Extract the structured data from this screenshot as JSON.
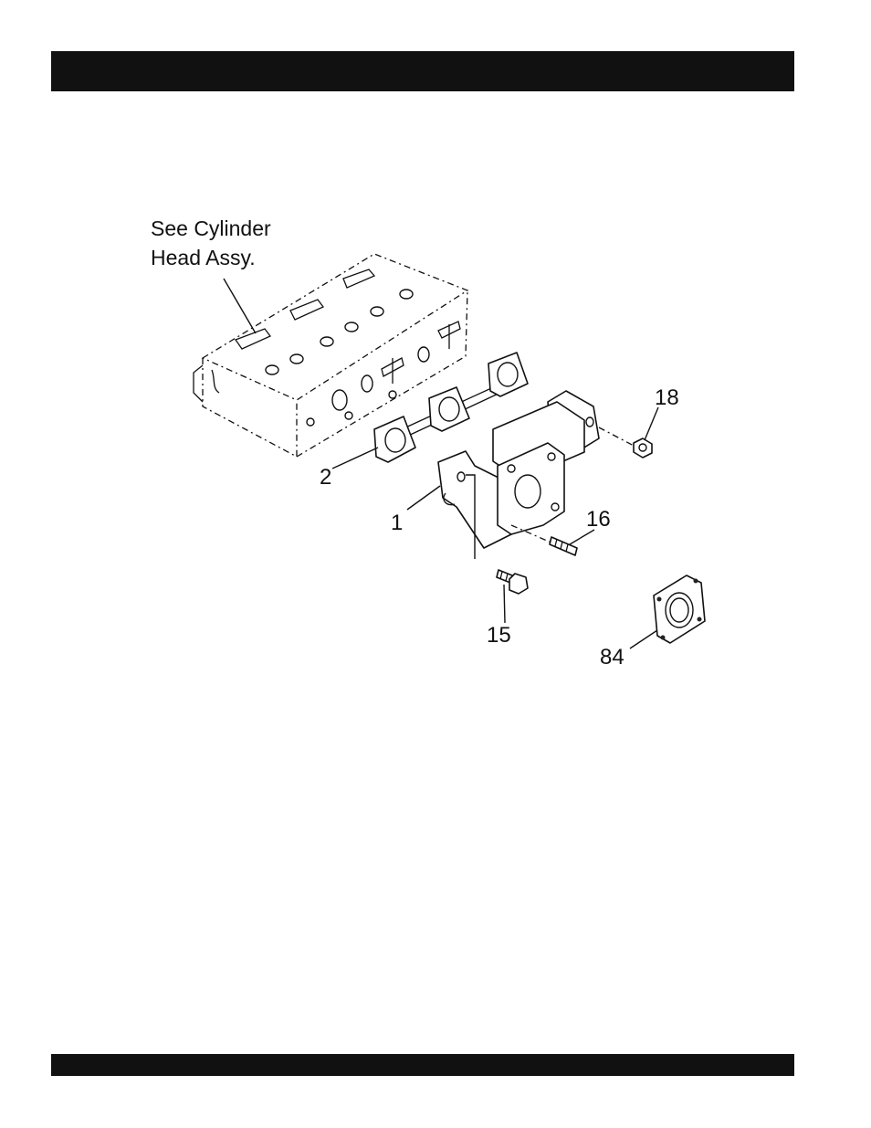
{
  "reference_note": {
    "line1": "See Cylinder",
    "line2": "Head Assy."
  },
  "callouts": {
    "manifold": "1",
    "gasket": "2",
    "bolt": "15",
    "stud": "16",
    "nut": "18",
    "outlet_gasket": "84"
  }
}
